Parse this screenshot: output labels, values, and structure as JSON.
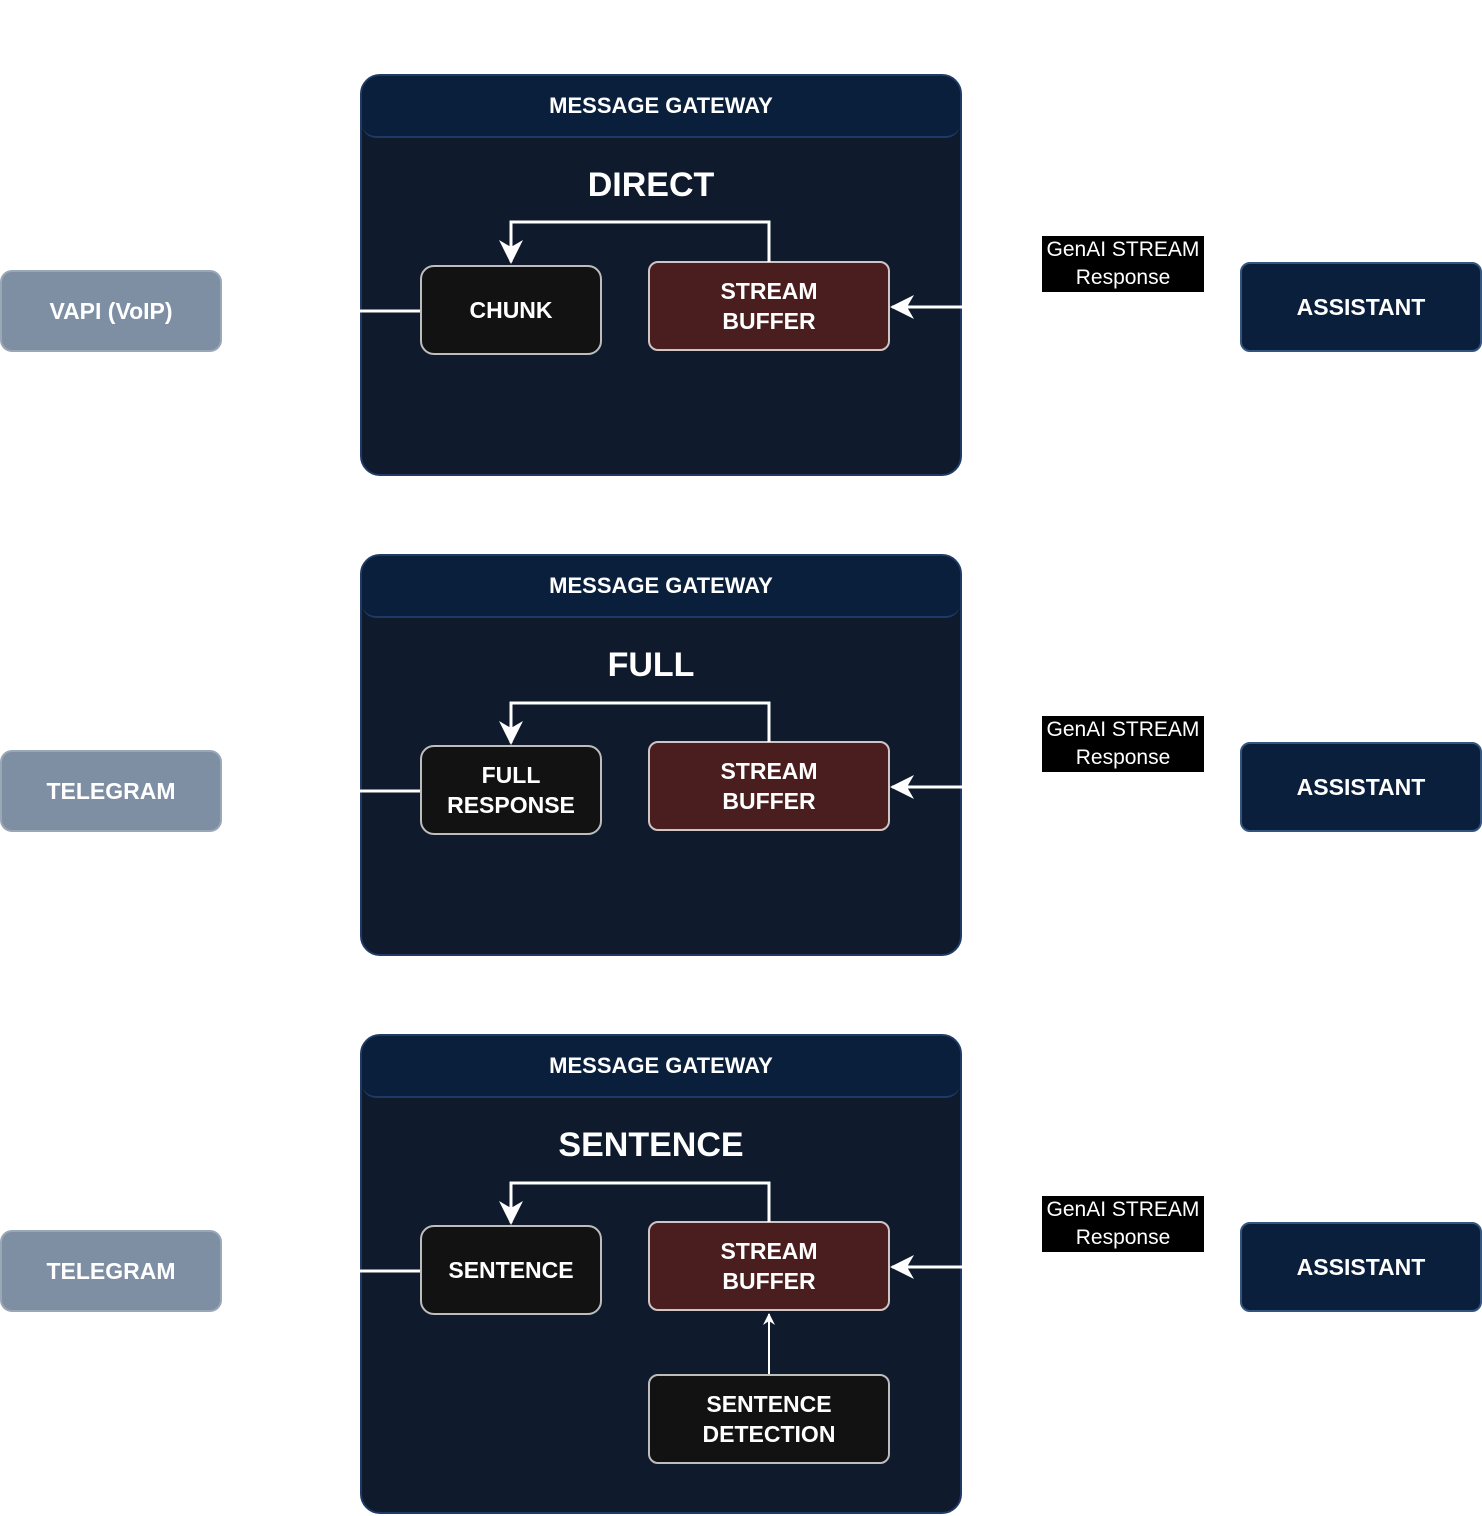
{
  "rows": [
    {
      "client": "VAPI (VoIP)",
      "gateway_title": "MESSAGE GATEWAY",
      "mode": "DIRECT",
      "output": "CHUNK",
      "buffer": "STREAM\nBUFFER",
      "stream_label": "GenAI STREAM\nResponse",
      "assistant": "ASSISTANT"
    },
    {
      "client": "TELEGRAM",
      "gateway_title": "MESSAGE GATEWAY",
      "mode": "FULL",
      "output": "FULL\nRESPONSE",
      "buffer": "STREAM\nBUFFER",
      "stream_label": "GenAI STREAM\nResponse",
      "assistant": "ASSISTANT"
    },
    {
      "client": "TELEGRAM",
      "gateway_title": "MESSAGE GATEWAY",
      "mode": "SENTENCE",
      "output": "SENTENCE",
      "buffer": "STREAM\nBUFFER",
      "detector": "SENTENCE\nDETECTION",
      "stream_label": "GenAI STREAM\nResponse",
      "assistant": "ASSISTANT"
    }
  ]
}
